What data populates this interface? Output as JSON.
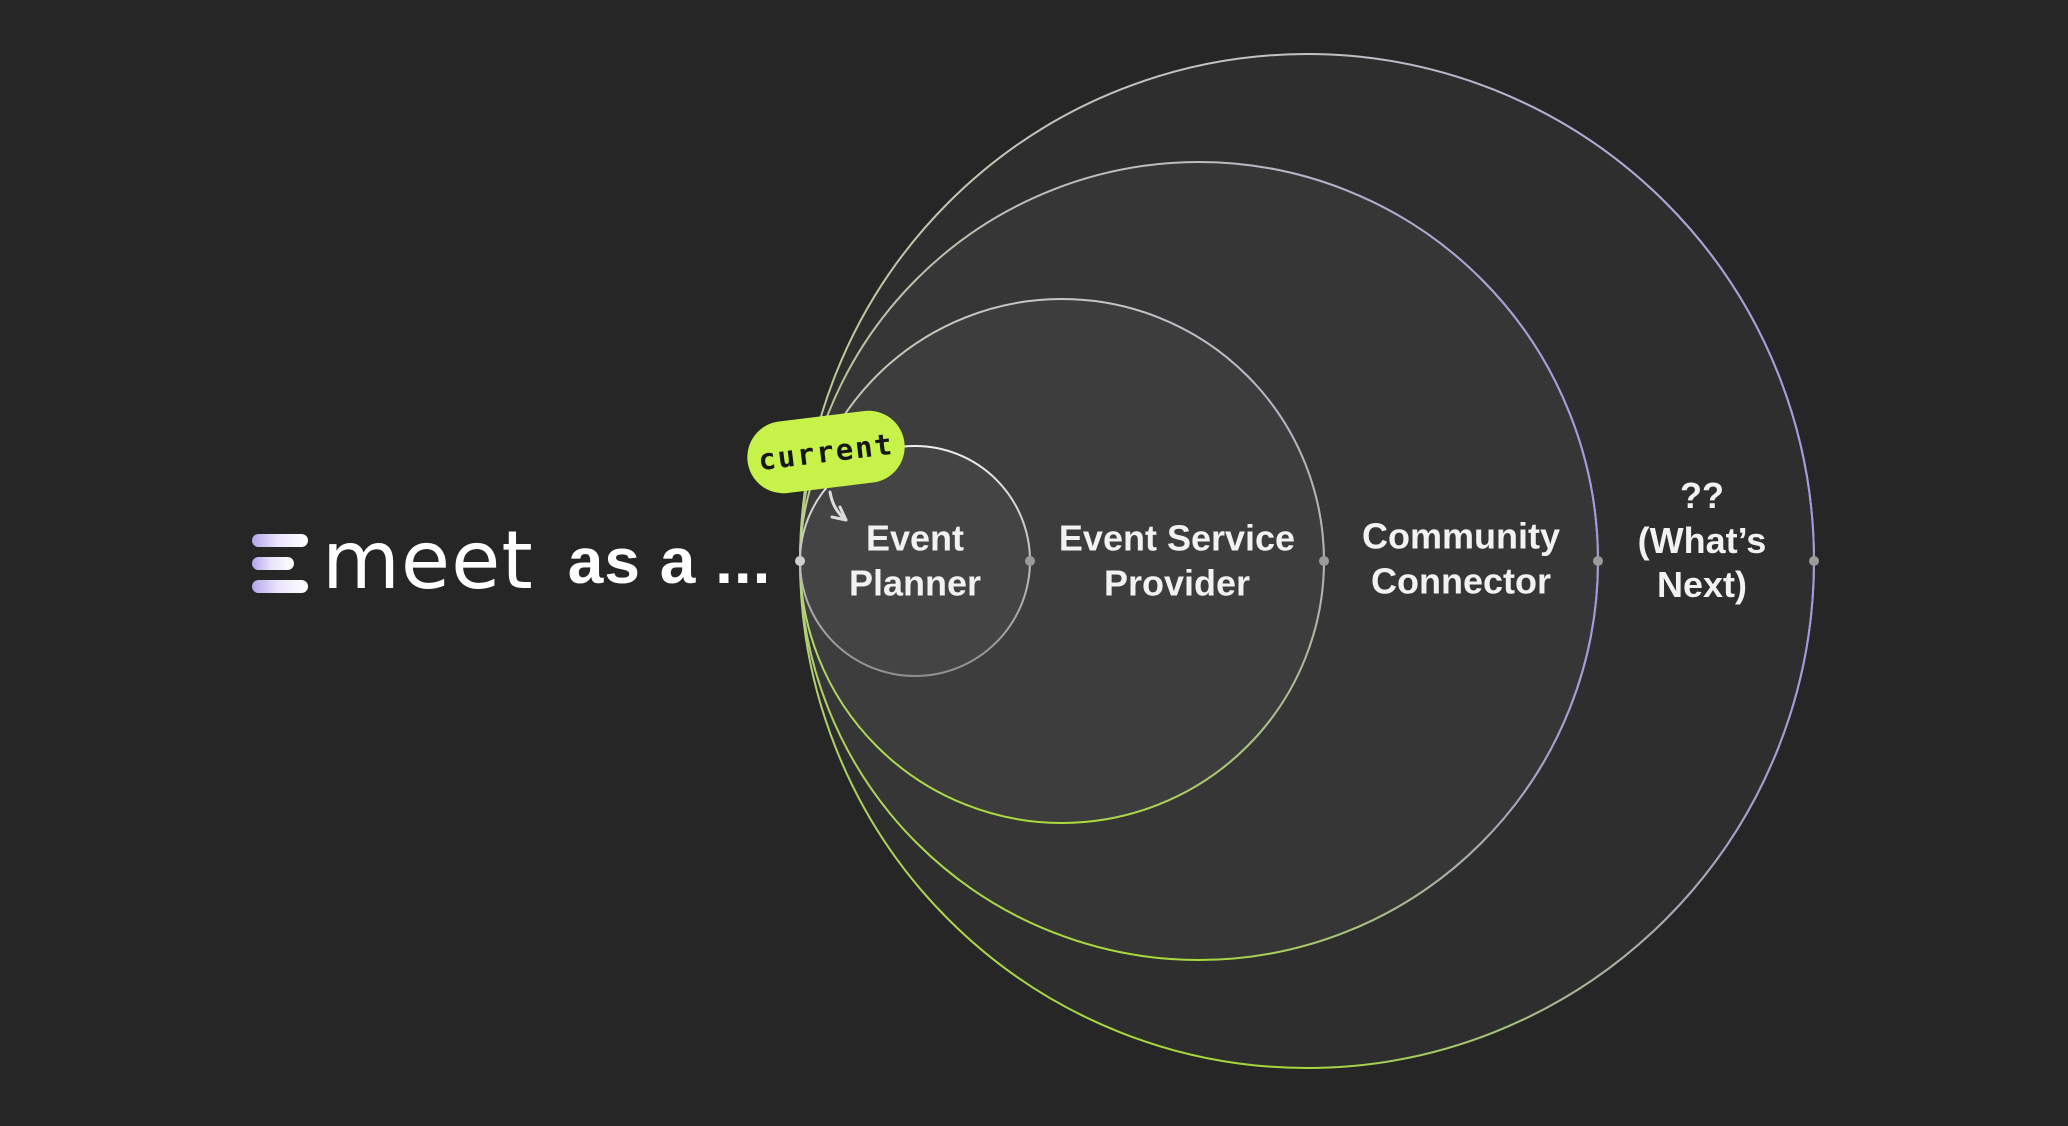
{
  "logo": {
    "brand": "meet",
    "tagline": "as a ...",
    "icon": "triple-bar-logo-icon"
  },
  "badge": {
    "label": "current",
    "color": "#c7f24a"
  },
  "colors": {
    "background": "#262626",
    "lime": "#aedd42",
    "purple": "#a391f0",
    "gray_stroke": "#c2c2c2",
    "label_text": "#f2f2f2"
  },
  "chart_data": {
    "type": "concentric-rings",
    "title": "meet as a ...",
    "legend_position": "none",
    "rings": [
      {
        "label": "Event Planner",
        "lines": [
          "Event",
          "Planner"
        ],
        "status": "current"
      },
      {
        "label": "Event Service Provider",
        "lines": [
          "Event Service",
          "Provider"
        ]
      },
      {
        "label": "Community Connector",
        "lines": [
          "Community",
          "Connector"
        ]
      },
      {
        "label": "?? (What’s Next)",
        "lines": [
          "??",
          "(What’s",
          "Next)"
        ]
      }
    ]
  }
}
